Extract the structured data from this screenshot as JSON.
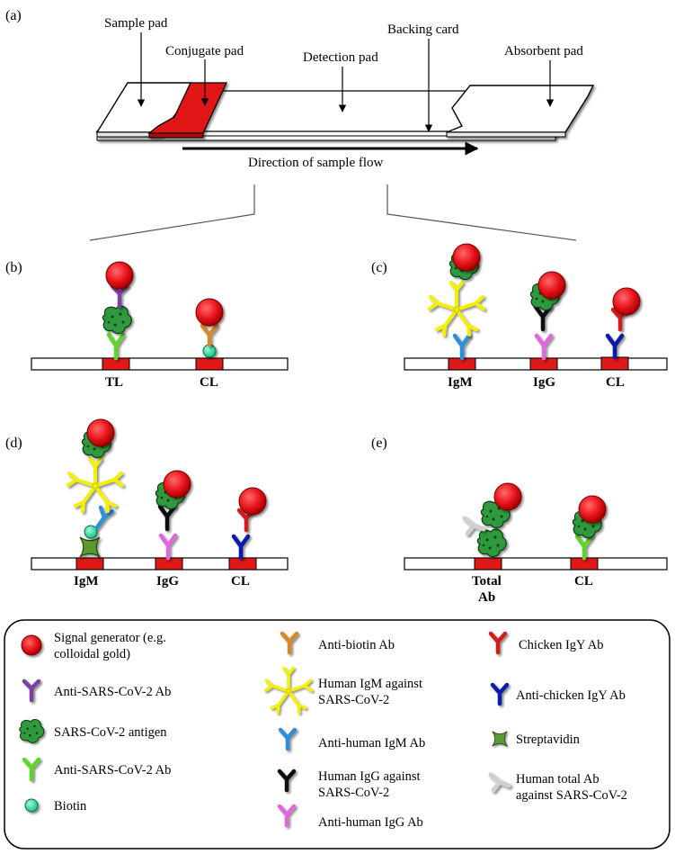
{
  "panel_a": {
    "label": "(a)",
    "sample_pad": "Sample pad",
    "conjugate_pad": "Conjugate pad",
    "detection_pad": "Detection pad",
    "backing_card": "Backing card",
    "absorbent_pad": "Absorbent pad",
    "flow": "Direction of sample flow"
  },
  "panel_b": {
    "label": "(b)",
    "lines": [
      "TL",
      "CL"
    ]
  },
  "panel_c": {
    "label": "(c)",
    "lines": [
      "IgM",
      "IgG",
      "CL"
    ]
  },
  "panel_d": {
    "label": "(d)",
    "lines": [
      "IgM",
      "IgG",
      "CL"
    ]
  },
  "panel_e": {
    "label": "(e)",
    "lines": [
      "Total",
      "Ab",
      "CL"
    ]
  },
  "legend": {
    "col1": [
      {
        "icon": "gold-sphere-icon",
        "line1": "Signal generator (e.g.",
        "line2": "colloidal gold)"
      },
      {
        "icon": "purple-antibody-icon",
        "line1": "Anti-SARS-CoV-2 Ab",
        "line2": ""
      },
      {
        "icon": "antigen-icon",
        "line1": "SARS-CoV-2 antigen",
        "line2": ""
      },
      {
        "icon": "green-antibody-icon",
        "line1": "Anti-SARS-CoV-2 Ab",
        "line2": ""
      },
      {
        "icon": "biotin-icon",
        "line1": "Biotin",
        "line2": ""
      }
    ],
    "col2": [
      {
        "icon": "orange-antibody-icon",
        "line1": "Anti-biotin Ab",
        "line2": ""
      },
      {
        "icon": "igm-pentamer-icon",
        "line1": "Human IgM against",
        "line2": "SARS-CoV-2"
      },
      {
        "icon": "blue-antibody-icon",
        "line1": "Anti-human IgM Ab",
        "line2": ""
      },
      {
        "icon": "black-antibody-icon",
        "line1": "Human IgG against",
        "line2": "SARS-CoV-2"
      },
      {
        "icon": "pink-antibody-icon",
        "line1": "Anti-human IgG Ab",
        "line2": ""
      }
    ],
    "col3": [
      {
        "icon": "red-antibody-icon",
        "line1": "Chicken IgY Ab",
        "line2": ""
      },
      {
        "icon": "navy-antibody-icon",
        "line1": "Anti-chicken IgY Ab",
        "line2": ""
      },
      {
        "icon": "streptavidin-icon",
        "line1": "Streptavidin",
        "line2": ""
      },
      {
        "icon": "grey-antibody-icon",
        "line1": "Human total Ab",
        "line2": "against SARS-CoV-2"
      }
    ]
  },
  "colors": {
    "gold": "#e8141b",
    "antigen": "#2f9a3c",
    "purple": "#7b3fa0",
    "green": "#5fd52a",
    "biotin": "#22e0a0",
    "orange": "#d58a2c",
    "igm": "#f4f000",
    "blue": "#2e8fd8",
    "black": "#111111",
    "pink": "#e266e0",
    "chickenRed": "#d11f1f",
    "navy": "#0a1aa8",
    "streptavidin": "#5a9a32",
    "grey": "#cfcfcf",
    "pad": "#e01818"
  }
}
